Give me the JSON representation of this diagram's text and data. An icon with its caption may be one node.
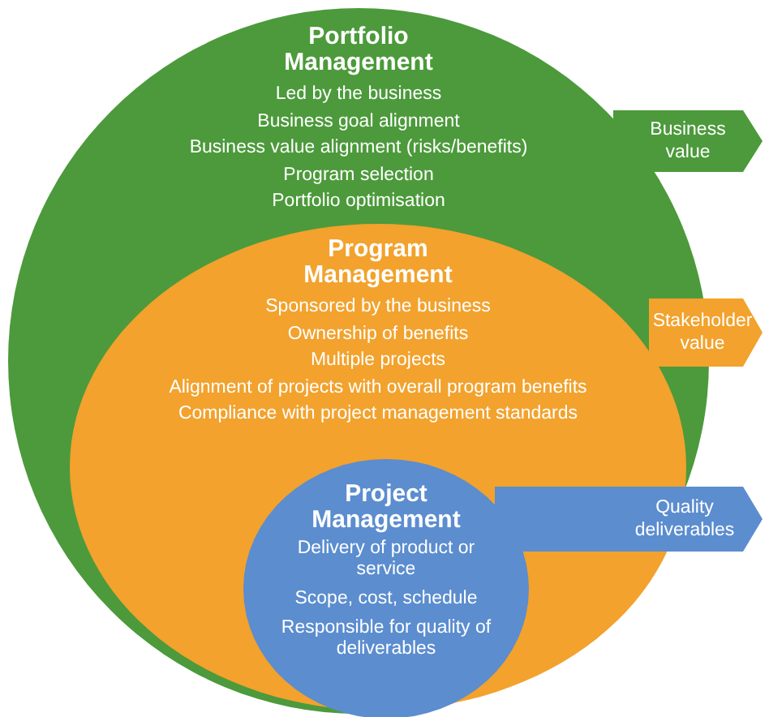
{
  "diagram": {
    "nodes": [
      {
        "text": [
          "Portfolio Management",
          "Led by the business",
          "Business goal alignment",
          "Business value alignment (risks/benefits)",
          "Program selection",
          "Portfolio optimisation"
        ]
      },
      {
        "text": [
          "Program Management",
          "Sponsored by the business",
          "Ownership of benefits",
          "Multiple projects",
          "Alignment of projects with overall program benefits",
          "Compliance with project management standards"
        ],
        "in": 0
      },
      {
        "text": [
          "Project Management",
          "Delivery of product or service",
          "Scope, cost, schedule",
          "Responsible for quality of deliverables"
        ],
        "in": 1
      },
      {
        "text": [
          "Business value"
        ]
      },
      {
        "text": [
          "Stakeholder value"
        ]
      },
      {
        "text": [
          "Quality deliverables"
        ]
      }
    ]
  }
}
